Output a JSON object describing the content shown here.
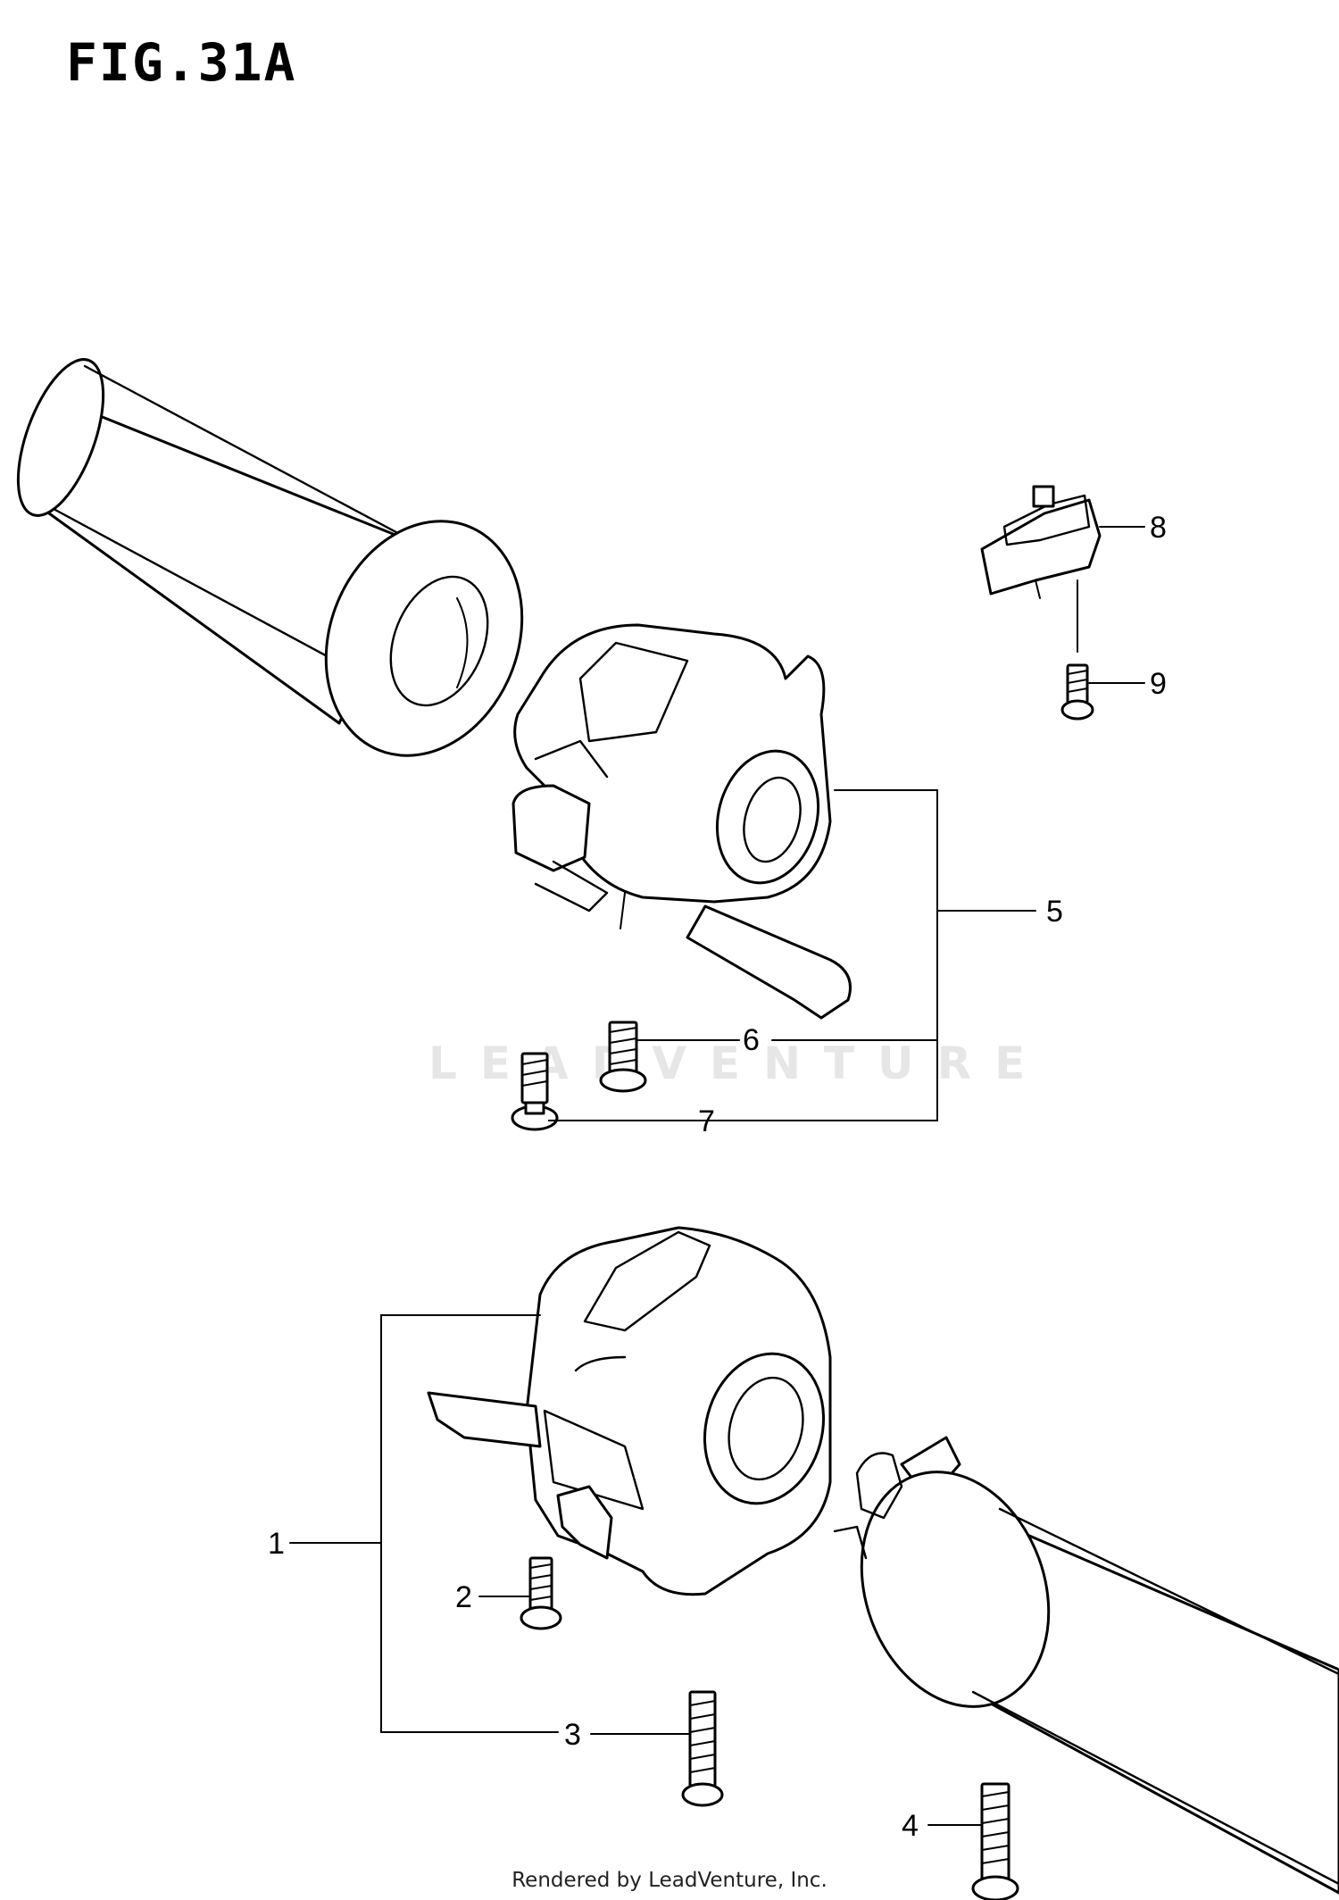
{
  "figure": {
    "title": "FIG.31A"
  },
  "watermark": "LEADVENTURE",
  "footer": "Rendered by LeadVenture, Inc.",
  "callouts": [
    {
      "id": "1",
      "label": "1"
    },
    {
      "id": "2",
      "label": "2"
    },
    {
      "id": "3",
      "label": "3"
    },
    {
      "id": "4",
      "label": "4"
    },
    {
      "id": "5",
      "label": "5"
    },
    {
      "id": "6",
      "label": "6"
    },
    {
      "id": "7",
      "label": "7"
    },
    {
      "id": "8",
      "label": "8"
    },
    {
      "id": "9",
      "label": "9"
    }
  ]
}
